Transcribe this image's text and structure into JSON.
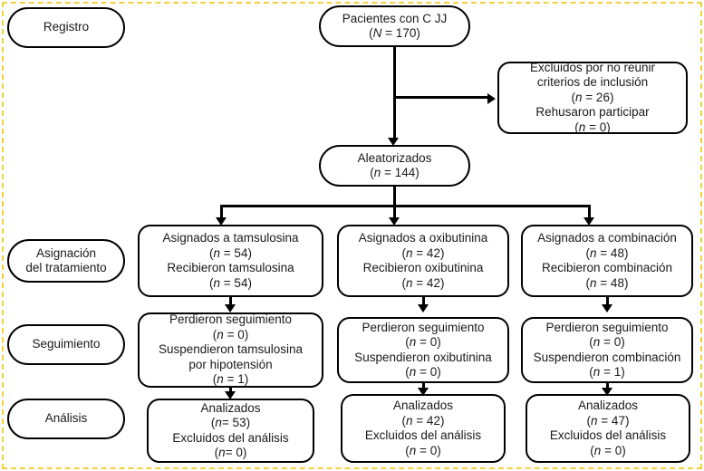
{
  "diagram": {
    "title": "CONSORT flow diagram",
    "style": {
      "node_border_color": "#000000",
      "node_fill": "#ffffff",
      "text_color": "#1a1a1a",
      "selection_border_color": "#f2d23c",
      "connector_color": "#000000"
    },
    "stage_labels": [
      {
        "id": "stage-registro",
        "label": "Registro"
      },
      {
        "id": "stage-asignacion",
        "line1": "Asignación",
        "line2": "del tratamiento"
      },
      {
        "id": "stage-seguimiento",
        "label": "Seguimiento"
      },
      {
        "id": "stage-analisis",
        "label": "Análisis"
      }
    ],
    "nodes": {
      "enrollment": {
        "id": "node-pacientes",
        "line1": "Pacientes con C JJ",
        "line2_pre": "(",
        "line2_var": "N",
        "line2_post": " = 170)"
      },
      "excluded": {
        "id": "node-excluidos",
        "line1": "Excluidos por no reunir",
        "line2": "criterios de inclusión",
        "line3_pre": "(",
        "line3_var": "n",
        "line3_post": " = 26)",
        "line4": "Rehusaron participar",
        "line5_pre": "(",
        "line5_var": "n",
        "line5_post": " = 0)"
      },
      "randomized": {
        "id": "node-aleatorizados",
        "line1": "Aleatorizados",
        "line2_pre": "(",
        "line2_var": "n",
        "line2_post": " = 144)"
      },
      "allocation": [
        {
          "id": "node-asignados-tamsulosina",
          "line1": "Asignados a tamsulosina",
          "line2_pre": "(",
          "line2_var": "n",
          "line2_post": " = 54)",
          "line3": "Recibieron tamsulosina",
          "line4_pre": "(",
          "line4_var": "n",
          "line4_post": " = 54)"
        },
        {
          "id": "node-asignados-oxibutinina",
          "line1": "Asignados a oxibutinina",
          "line2_pre": "(",
          "line2_var": "n",
          "line2_post": " = 42)",
          "line3": "Recibieron oxibutinina",
          "line4_pre": "(",
          "line4_var": "n",
          "line4_post": " = 42)"
        },
        {
          "id": "node-asignados-combinacion",
          "line1": "Asignados a combinación",
          "line2_pre": "(",
          "line2_var": "n",
          "line2_post": " = 48)",
          "line3": "Recibieron combinación",
          "line4_pre": "(",
          "line4_var": "n",
          "line4_post": " = 48)"
        }
      ],
      "followup": [
        {
          "id": "node-seguimiento-tamsulosina",
          "line1": "Perdieron seguimiento",
          "line2_pre": "(",
          "line2_var": "n",
          "line2_post": " = 0)",
          "line3": "Suspendieron tamsulosina",
          "line4": "por hipotensión",
          "line5_pre": "(",
          "line5_var": "n",
          "line5_post": " = 1)"
        },
        {
          "id": "node-seguimiento-oxibutinina",
          "line1": "Perdieron seguimiento",
          "line2_pre": "(",
          "line2_var": "n",
          "line2_post": " = 0)",
          "line3": "Suspendieron oxibutinina",
          "line4": "",
          "line5_pre": "(",
          "line5_var": "n",
          "line5_post": " = 0)"
        },
        {
          "id": "node-seguimiento-combinacion",
          "line1": "Perdieron seguimiento",
          "line2_pre": "(",
          "line2_var": "n",
          "line2_post": " = 0)",
          "line3": "Suspendieron combinación",
          "line4": "",
          "line5_pre": "(",
          "line5_var": "n",
          "line5_post": " = 1)"
        }
      ],
      "analysis": [
        {
          "id": "node-analisis-tamsulosina",
          "line1": "Analizados",
          "line2_pre": "(",
          "line2_var": "n",
          "line2_post": "= 53)",
          "line3": "Excluidos del análisis",
          "line4_pre": "(",
          "line4_var": "n",
          "line4_post": "= 0)"
        },
        {
          "id": "node-analisis-oxibutinina",
          "line1": "Analizados",
          "line2_pre": "(",
          "line2_var": "n",
          "line2_post": " = 42)",
          "line3": "Excluidos del análisis",
          "line4_pre": "(",
          "line4_var": "n",
          "line4_post": " = 0)"
        },
        {
          "id": "node-analisis-combinacion",
          "line1": "Analizados",
          "line2_pre": "(",
          "line2_var": "n",
          "line2_post": " = 47)",
          "line3": "Excluidos del análisis",
          "line4_pre": "(",
          "line4_var": "n",
          "line4_post": " = 0)"
        }
      ]
    }
  }
}
